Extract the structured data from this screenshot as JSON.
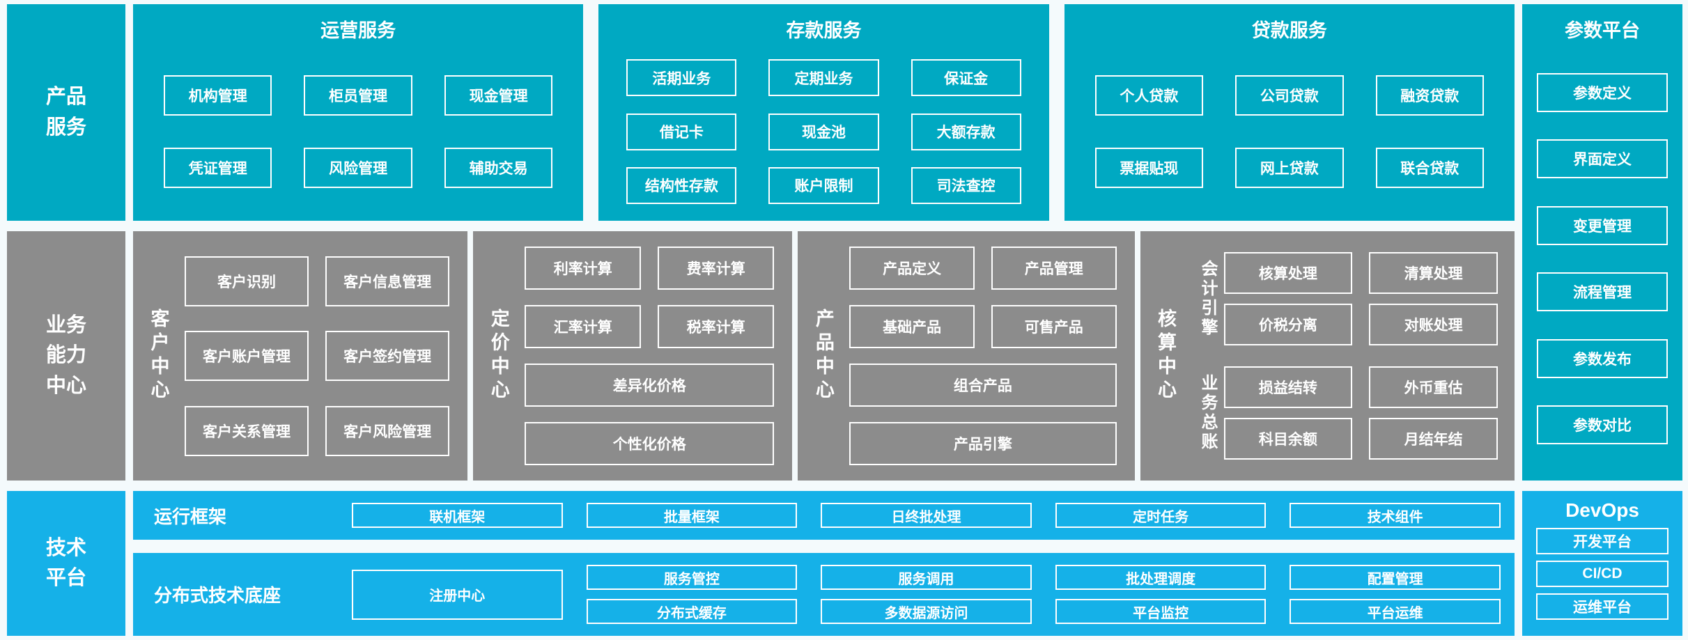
{
  "palette": {
    "teal": "#00A9C2",
    "gray": "#8C8C8C",
    "blue": "#15B1E8",
    "background": "#F4FAFC",
    "box_border": "#FFFFFF"
  },
  "rails": {
    "product_services": "产品\n服务",
    "business_capability": "业务\n能力\n中心",
    "tech_platform": "技术\n平台"
  },
  "top_sections": [
    {
      "title": "运营服务",
      "items": [
        "机构管理",
        "柜员管理",
        "现金管理",
        "凭证管理",
        "风险管理",
        "辅助交易"
      ]
    },
    {
      "title": "存款服务",
      "items": [
        "活期业务",
        "定期业务",
        "保证金",
        "借记卡",
        "现金池",
        "大额存款",
        "结构性存款",
        "账户限制",
        "司法查控"
      ]
    },
    {
      "title": "贷款服务",
      "items": [
        "个人贷款",
        "公司贷款",
        "融资贷款",
        "票据贴现",
        "网上贷款",
        "联合贷款"
      ]
    }
  ],
  "param_platform": {
    "title": "参数平台",
    "items": [
      "参数定义",
      "界面定义",
      "变更管理",
      "流程管理",
      "参数发布",
      "参数对比"
    ]
  },
  "capability_sections": [
    {
      "label": "客户中心",
      "items": [
        "客户识别",
        "客户信息管理",
        "客户账户管理",
        "客户签约管理",
        "客户关系管理",
        "客户风险管理"
      ]
    },
    {
      "label": "定价中心",
      "pairs": [
        "利率计算",
        "费率计算",
        "汇率计算",
        "税率计算"
      ],
      "wide": [
        "差异化价格",
        "个性化价格"
      ]
    },
    {
      "label": "产品中心",
      "pairs": [
        "产品定义",
        "产品管理",
        "基础产品",
        "可售产品"
      ],
      "wide": [
        "组合产品",
        "产品引擎"
      ]
    },
    {
      "label": "核算中心",
      "groups": [
        {
          "label": "会计引擎",
          "items": [
            "核算处理",
            "清算处理",
            "价税分离",
            "对账处理"
          ]
        },
        {
          "label": "业务总账",
          "items": [
            "损益结转",
            "外币重估",
            "科目余额",
            "月结年结"
          ]
        }
      ]
    }
  ],
  "runtime_band": {
    "label": "运行框架",
    "items": [
      "联机框架",
      "批量框架",
      "日终批处理",
      "定时任务",
      "技术组件"
    ]
  },
  "distributed_band": {
    "label": "分布式技术底座",
    "registry": "注册中心",
    "items": [
      "服务管控",
      "服务调用",
      "批处理调度",
      "配置管理",
      "分布式缓存",
      "多数据源访问",
      "平台监控",
      "平台运维"
    ]
  },
  "devops": {
    "title": "DevOps",
    "items": [
      "开发平台",
      "CI/CD",
      "运维平台"
    ]
  }
}
